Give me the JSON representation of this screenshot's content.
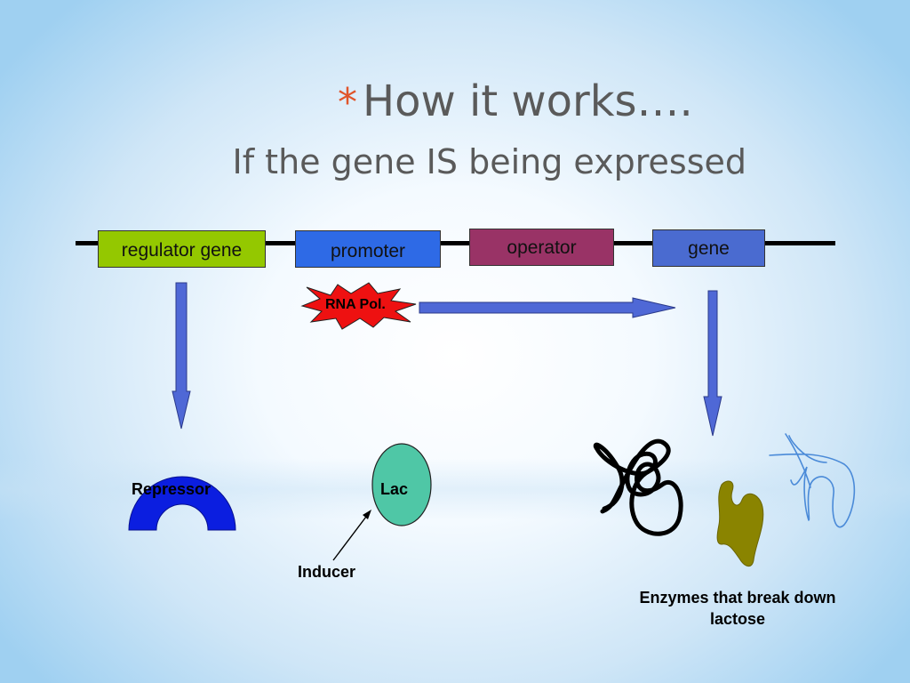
{
  "title": {
    "bullet": "*",
    "line1": "How it works….",
    "line2": "If the gene IS being expressed"
  },
  "boxes": {
    "regulator": "regulator gene",
    "promoter": "promoter",
    "operator": "operator",
    "gene": "gene"
  },
  "labels": {
    "rna_pol": "RNA Pol.",
    "repressor": "Repressor",
    "lac": "Lac",
    "inducer": "Inducer",
    "enzymes": "Enzymes that break down lactose"
  },
  "colors": {
    "regulator": "#94c800",
    "promoter": "#2e6ae6",
    "operator": "#993366",
    "gene": "#4a6bd0",
    "arrow": "#4f68d6",
    "repressor": "#0b1ee0",
    "lac": "#4fc7a6",
    "rna_pol": "#ee1111",
    "enzyme_olive": "#8a8400",
    "enzyme_blue": "#4a8ad8"
  }
}
